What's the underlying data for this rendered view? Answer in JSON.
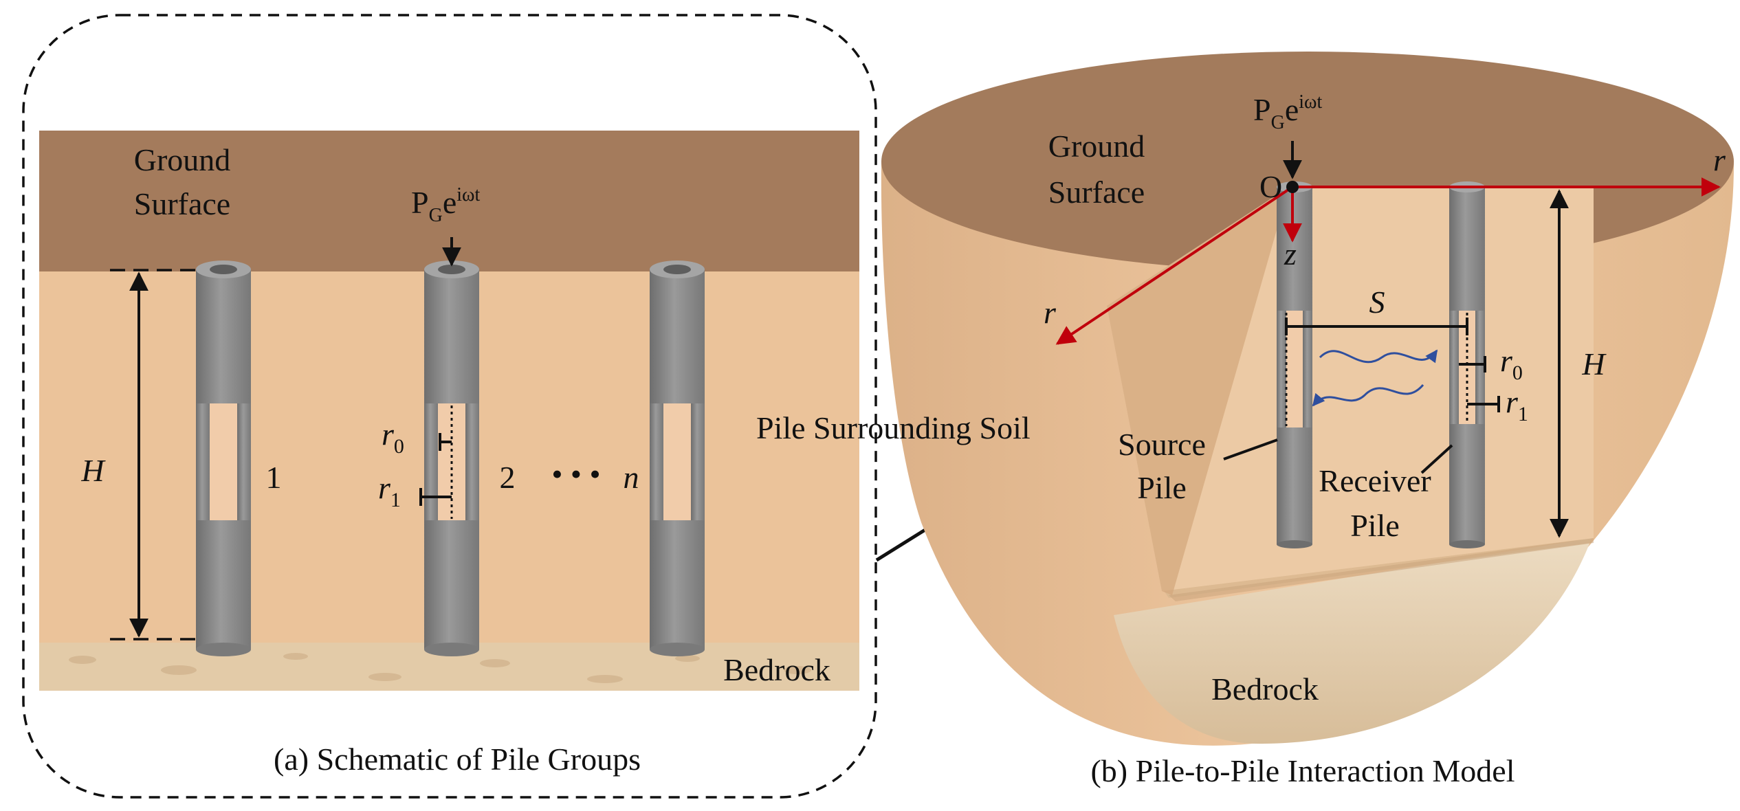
{
  "panel_a": {
    "caption": "(a) Schematic of Pile Groups",
    "ground_surface_line1": "Ground",
    "ground_surface_line2": "Surface",
    "load_main": "P",
    "load_sub": "G",
    "load_sup": "iωt",
    "load_e": "e",
    "height_label": "H",
    "r0_main": "r",
    "r0_sub": "0",
    "r1_main": "r",
    "r1_sub": "1",
    "pile_labels": [
      "1",
      "2",
      "n"
    ],
    "ellipsis": "• • •",
    "bedrock": "Bedrock"
  },
  "panel_b": {
    "caption": "(b) Pile-to-Pile Interaction Model",
    "ground_surface_line1": "Ground",
    "ground_surface_line2": "Surface",
    "load_main": "P",
    "load_sub": "G",
    "load_e": "e",
    "load_sup": "iωt",
    "origin": "O",
    "axis_r_right": "r",
    "axis_r_left": "r",
    "axis_z": "z",
    "spacing": "S",
    "height_label": "H",
    "r0_main": "r",
    "r0_sub": "0",
    "r1_main": "r",
    "r1_sub": "1",
    "soil_label": "Pile Surrounding Soil",
    "source_pile_line1": "Source",
    "source_pile_line2": "Pile",
    "receiver_pile_line1": "Receiver",
    "receiver_pile_line2": "Pile",
    "bedrock": "Bedrock"
  },
  "colors": {
    "ground": "#a47b5c",
    "soil": "#efc8a0",
    "soil_dark": "#d9ad82",
    "bedrock": "#e2c9a6",
    "pile": "#8e8e8e",
    "pile_dark": "#6f6f6f",
    "axis_red": "#c0000c",
    "wave_blue": "#2f4f9e"
  }
}
